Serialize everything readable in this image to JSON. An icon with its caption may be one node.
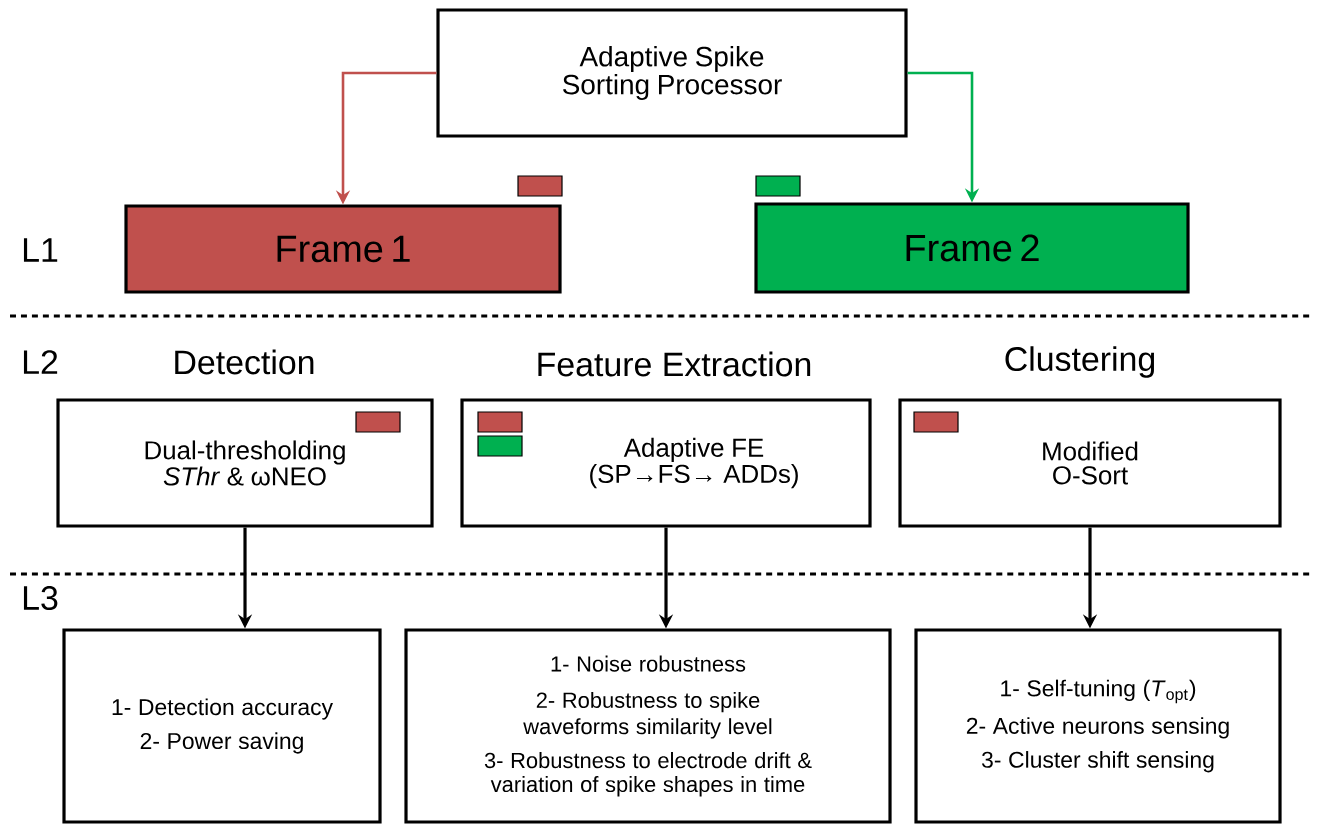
{
  "diagram": {
    "nodes": [
      {
        "text": [
          "Adaptive Spike Sorting Processor"
        ]
      },
      {
        "text": [
          "Frame 1"
        ]
      },
      {
        "text": [
          "Frame 2"
        ]
      },
      {
        "text": [
          "Detection",
          "Dual-thresholding *SThr* & ωNEO"
        ]
      },
      {
        "text": [
          "Feature Extraction",
          "Adaptive FE (SP→FS→ ADDs)"
        ]
      },
      {
        "text": [
          "Clustering",
          "Modified O-Sort"
        ]
      },
      {
        "text": [
          "1- Detection accuracy",
          "2- Power saving"
        ]
      },
      {
        "text": [
          "1- Noise robustness",
          "2- Robustness to spike waveforms similarity level",
          "3- Robustness to electrode drift & variation of spike shapes in time"
        ]
      },
      {
        "text": [
          "1- Self-tuning (*T*$_{opt}$)",
          "2- Active neurons sensing",
          "3- Cluster shift sensing"
        ]
      }
    ],
    "edges": [
      {
        "from": 0,
        "to": 1,
        "arrow": "to",
        "color": "#c0504d"
      },
      {
        "from": 0,
        "to": 2,
        "arrow": "to",
        "color": "#00b050"
      },
      {
        "from": 3,
        "to": 6,
        "arrow": "to"
      },
      {
        "from": 4,
        "to": 7,
        "arrow": "to"
      },
      {
        "from": 5,
        "to": 8,
        "arrow": "to"
      }
    ],
    "labels": [
      "L1",
      "L2",
      "L3"
    ]
  }
}
